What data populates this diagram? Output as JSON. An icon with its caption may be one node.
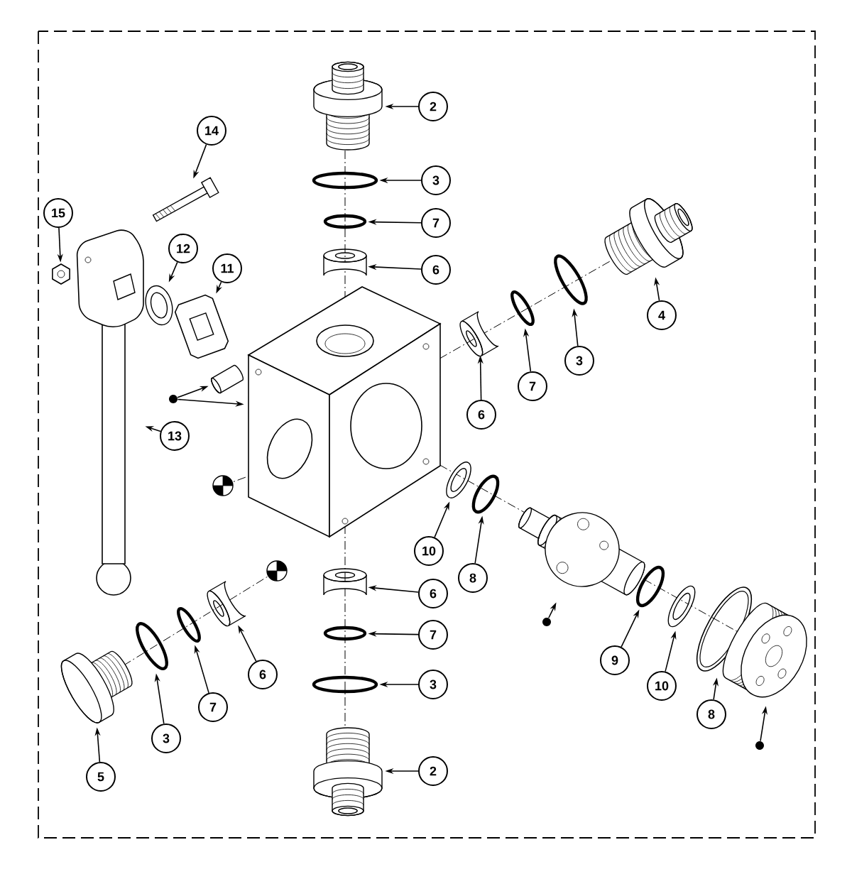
{
  "diagram": {
    "nodes": [
      {
        "text": [
          "2"
        ]
      },
      {
        "text": [
          "3"
        ]
      },
      {
        "text": [
          "7"
        ]
      },
      {
        "text": [
          "6"
        ]
      },
      {
        "text": [
          "14"
        ]
      },
      {
        "text": [
          "15"
        ]
      },
      {
        "text": [
          "12"
        ]
      },
      {
        "text": [
          "11"
        ]
      },
      {
        "text": [
          "4"
        ]
      },
      {
        "text": [
          "3"
        ]
      },
      {
        "text": [
          "7"
        ]
      },
      {
        "text": [
          "6"
        ]
      },
      {
        "text": [
          "13"
        ]
      },
      {
        "text": [
          "10"
        ]
      },
      {
        "text": [
          "8"
        ]
      },
      {
        "text": [
          "9"
        ]
      },
      {
        "text": [
          "10"
        ]
      },
      {
        "text": [
          "8"
        ]
      },
      {
        "text": [
          "6"
        ]
      },
      {
        "text": [
          "7"
        ]
      },
      {
        "text": [
          "3"
        ]
      },
      {
        "text": [
          "2"
        ]
      },
      {
        "text": [
          "5"
        ]
      },
      {
        "text": [
          "3"
        ]
      },
      {
        "text": [
          "7"
        ]
      },
      {
        "text": [
          "6"
        ]
      },
      {
        "text": [],
        "shape": "picture"
      },
      {
        "text": [],
        "shape": "circle"
      },
      {
        "text": [],
        "shape": "circle"
      },
      {
        "text": [],
        "shape": "picture"
      },
      {
        "text": [],
        "shape": "picture"
      },
      {
        "text": [],
        "shape": "picture"
      },
      {
        "text": [],
        "shape": "picture"
      },
      {
        "text": [],
        "shape": "picture"
      },
      {
        "text": [],
        "shape": "picture"
      },
      {
        "text": [],
        "shape": "picture"
      },
      {
        "text": [],
        "shape": "picture"
      },
      {
        "text": [],
        "shape": "picture"
      },
      {
        "text": [],
        "shape": "picture"
      },
      {
        "text": [],
        "shape": "picture"
      },
      {
        "text": [],
        "shape": "picture"
      },
      {
        "text": [],
        "shape": "picture"
      },
      {
        "text": [],
        "shape": "picture"
      },
      {
        "text": [],
        "shape": "picture"
      },
      {
        "text": [],
        "shape": "picture"
      },
      {
        "text": [],
        "shape": "picture"
      },
      {
        "text": [],
        "shape": "picture"
      },
      {
        "text": [],
        "shape": "picture"
      },
      {
        "text": [],
        "shape": "picture"
      },
      {
        "text": [],
        "shape": "circle"
      },
      {
        "text": [],
        "shape": "circle"
      },
      {
        "text": [],
        "shape": "picture"
      },
      {
        "text": [],
        "shape": "picture"
      },
      {
        "text": [],
        "shape": "picture"
      },
      {
        "text": [],
        "shape": "picture"
      },
      {
        "text": [],
        "shape": "picture"
      },
      {
        "text": [],
        "shape": "circle"
      },
      {
        "text": [],
        "shape": "circle"
      },
      {
        "text": [],
        "shape": "circle"
      }
    ],
    "edges": [
      {
        "from": 0,
        "to": 26,
        "arrow": "to"
      },
      {
        "from": 1,
        "to": 27,
        "arrow": "to"
      },
      {
        "from": 2,
        "to": 28,
        "arrow": "to"
      },
      {
        "from": 3,
        "to": 29,
        "arrow": "to"
      },
      {
        "from": 4,
        "to": 30,
        "arrow": "to"
      },
      {
        "from": 5,
        "to": 31,
        "arrow": "to"
      },
      {
        "from": 6,
        "to": 33,
        "arrow": "to"
      },
      {
        "from": 7,
        "to": 34,
        "arrow": "to"
      },
      {
        "from": 8,
        "to": 40,
        "arrow": "to"
      },
      {
        "from": 9,
        "to": 39,
        "arrow": "to"
      },
      {
        "from": 10,
        "to": 38,
        "arrow": "to"
      },
      {
        "from": 11,
        "to": 37,
        "arrow": "to"
      },
      {
        "from": 12,
        "to": 32,
        "arrow": "to"
      },
      {
        "from": 13,
        "to": 41,
        "arrow": "to"
      },
      {
        "from": 14,
        "to": 42,
        "arrow": "to"
      },
      {
        "from": 15,
        "to": 44,
        "arrow": "to"
      },
      {
        "from": 16,
        "to": 45,
        "arrow": "to"
      },
      {
        "from": 17,
        "to": 46,
        "arrow": "to"
      },
      {
        "from": 18,
        "to": 48,
        "arrow": "to"
      },
      {
        "from": 19,
        "to": 49,
        "arrow": "to"
      },
      {
        "from": 20,
        "to": 50,
        "arrow": "to"
      },
      {
        "from": 21,
        "to": 51,
        "arrow": "to"
      },
      {
        "from": 22,
        "to": 52,
        "arrow": "to"
      },
      {
        "from": 23,
        "to": 53,
        "arrow": "to"
      },
      {
        "from": 24,
        "to": 54,
        "arrow": "to"
      },
      {
        "from": 25,
        "to": 55,
        "arrow": "to"
      },
      {
        "from": 56,
        "to": 35,
        "arrow": "to"
      },
      {
        "from": 56,
        "to": 36,
        "arrow": "to"
      },
      {
        "from": 57,
        "to": 43,
        "arrow": "to"
      },
      {
        "from": 58,
        "to": 47,
        "arrow": "to"
      }
    ]
  }
}
